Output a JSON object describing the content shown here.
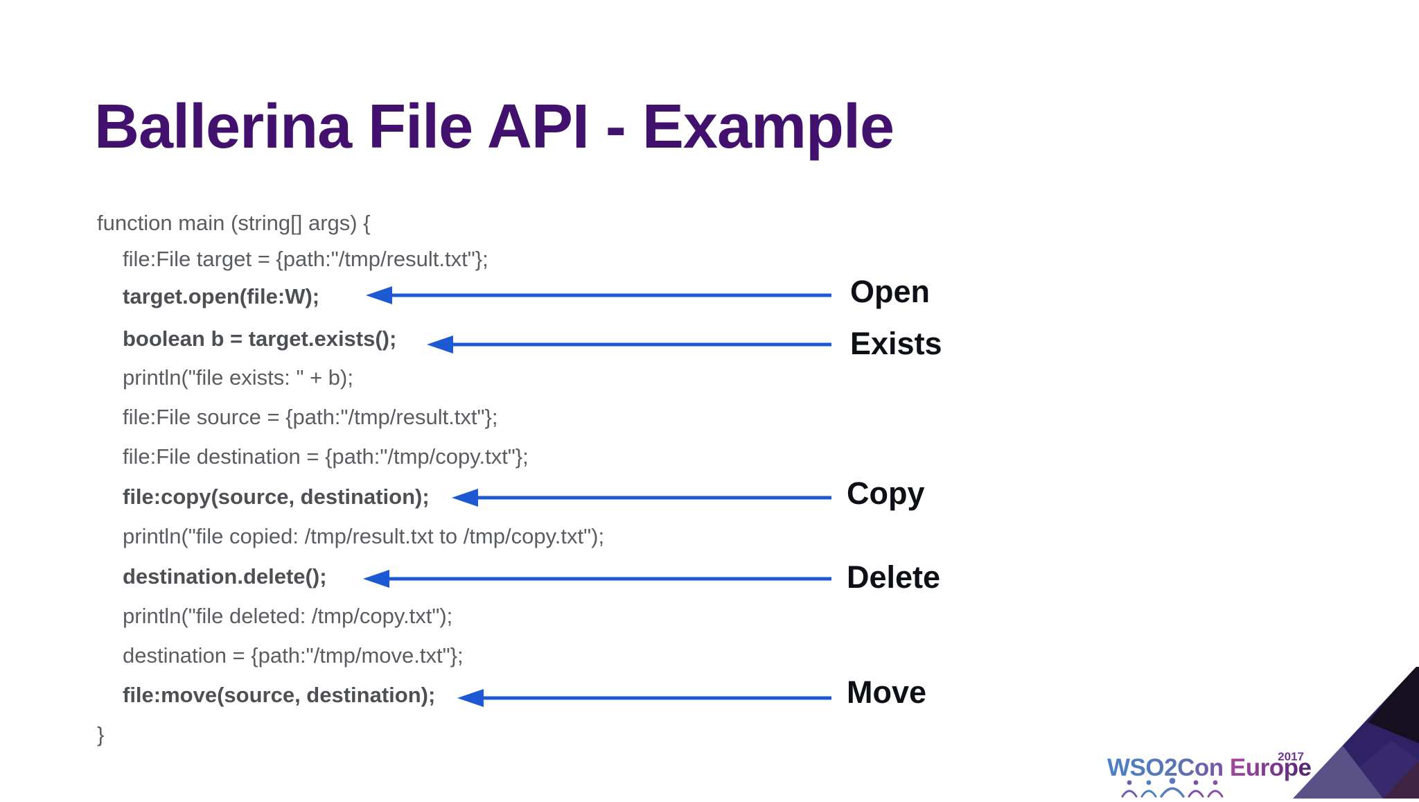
{
  "title": "Ballerina File API - Example",
  "code": {
    "language": "ballerina",
    "lines": [
      {
        "text": "function main (string[] args) {",
        "bold": false,
        "indent": 0
      },
      {
        "text": "file:File target = {path:\"/tmp/result.txt\"};",
        "bold": false,
        "indent": 1
      },
      {
        "text": "target.open(file:W);",
        "bold": true,
        "indent": 1
      },
      {
        "text": "boolean b = target.exists();",
        "bold": true,
        "indent": 1
      },
      {
        "text": "println(\"file exists: \" + b);",
        "bold": false,
        "indent": 1
      },
      {
        "text": "file:File source = {path:\"/tmp/result.txt\"};",
        "bold": false,
        "indent": 1
      },
      {
        "text": "file:File destination = {path:\"/tmp/copy.txt\"};",
        "bold": false,
        "indent": 1
      },
      {
        "text": "file:copy(source, destination);",
        "bold": true,
        "indent": 1
      },
      {
        "text": "println(\"file copied: /tmp/result.txt to /tmp/copy.txt\");",
        "bold": false,
        "indent": 1
      },
      {
        "text": "destination.delete();",
        "bold": true,
        "indent": 1
      },
      {
        "text": "println(\"file deleted: /tmp/copy.txt\");",
        "bold": false,
        "indent": 1
      },
      {
        "text": "destination = {path:\"/tmp/move.txt\"};",
        "bold": false,
        "indent": 1
      },
      {
        "text": "file:move(source, destination);",
        "bold": true,
        "indent": 1
      },
      {
        "text": "}",
        "bold": false,
        "indent": 0
      }
    ]
  },
  "annotations": [
    {
      "label": "Open"
    },
    {
      "label": "Exists"
    },
    {
      "label": "Copy"
    },
    {
      "label": "Delete"
    },
    {
      "label": "Move"
    }
  ],
  "logo": {
    "brand": "WSO2Con",
    "event": "Europe",
    "year": "2017"
  },
  "colors": {
    "title_purple": "#42116e",
    "arrow_blue": "#1c59d2",
    "code_gray": "#595d62",
    "label_black": "#0d1117",
    "corner_indigo": "#2e2264",
    "corner_black": "#150f1f",
    "corner_slate": "#5a5286",
    "corner_plum": "#402343"
  }
}
